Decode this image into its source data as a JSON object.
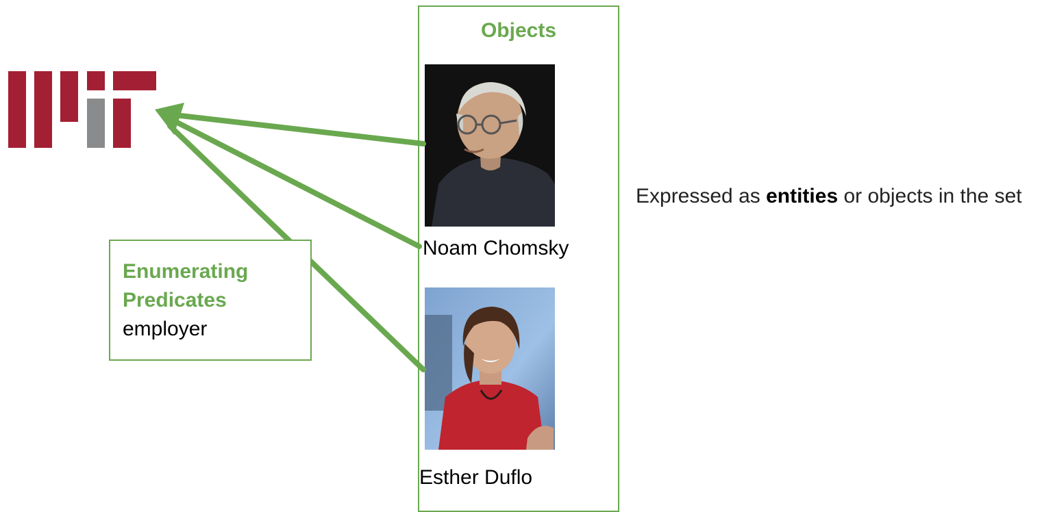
{
  "colors": {
    "accent_green": "#6aa84f",
    "mit_red": "#a31f34",
    "mit_gray": "#8a8b8c"
  },
  "logo": {
    "icon": "mit-logo"
  },
  "objects_box": {
    "title": "Objects",
    "items": [
      {
        "name": "Noam Chomsky",
        "photo": "portrait-photo"
      },
      {
        "name": "Esther Duflo",
        "photo": "portrait-photo"
      }
    ]
  },
  "predicate_box": {
    "heading": "Enumerating Predicates",
    "value": "employer"
  },
  "description": {
    "before": "Expressed as ",
    "bold": "entities",
    "after": " or objects in the set"
  }
}
